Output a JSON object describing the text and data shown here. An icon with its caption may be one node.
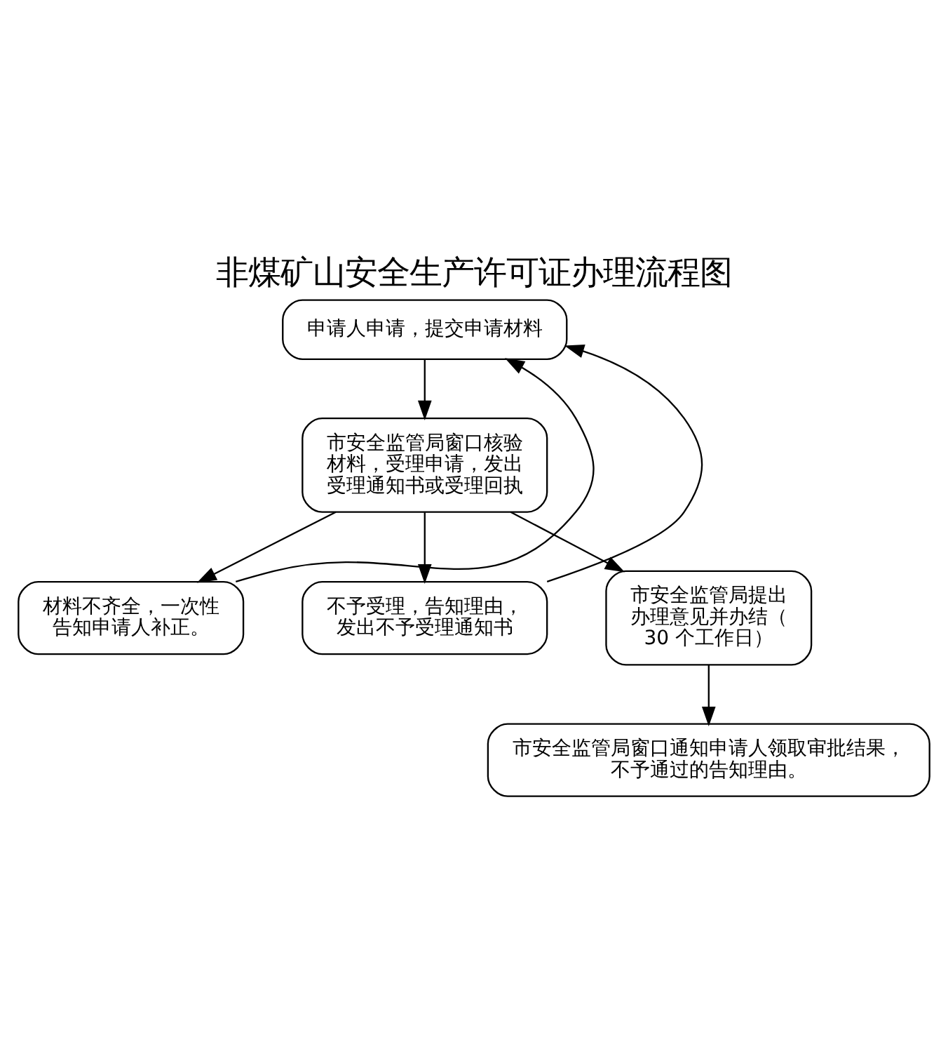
{
  "diagram": {
    "title": "非煤矿山安全生产许可证办理流程图",
    "nodes": [
      {
        "text": [
          "申请人申请，提交申请材料"
        ]
      },
      {
        "text": [
          "市安全监管局窗口核验材料，受理申请，发出受理通知书或受理回执"
        ]
      },
      {
        "text": [
          "材料不齐全，一次性告知申请人补正。"
        ]
      },
      {
        "text": [
          "不予受理，告知理由，发出不予受理通知书"
        ]
      },
      {
        "text": [
          "市安全监管局提出办理意见并办结（30 个工作日）"
        ]
      },
      {
        "text": [
          "市安全监管局窗口通知申请人领取审批结果，不予通过的告知理由。"
        ]
      }
    ],
    "edges": [
      {
        "from": 0,
        "to": 1,
        "arrow": "to"
      },
      {
        "from": 1,
        "to": 2,
        "arrow": "to"
      },
      {
        "from": 2,
        "to": 0,
        "arrow": "to"
      },
      {
        "from": 1,
        "to": 3,
        "arrow": "to"
      },
      {
        "from": 3,
        "to": 0,
        "arrow": "to"
      },
      {
        "from": 1,
        "to": 4,
        "arrow": "to"
      },
      {
        "from": 4,
        "to": 5,
        "arrow": "to"
      }
    ]
  }
}
